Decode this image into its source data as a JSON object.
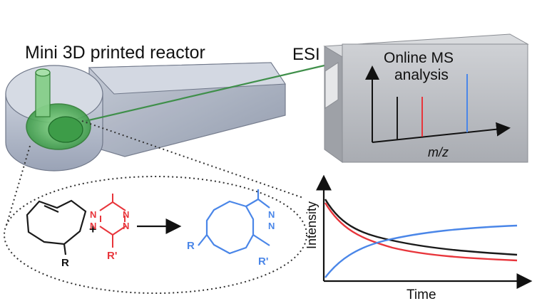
{
  "reactor": {
    "title": "Mini 3D printed reactor"
  },
  "ms": {
    "source_label": "ESI",
    "title_line1": "Online MS",
    "title_line2": "analysis",
    "xaxis_label": "m/z"
  },
  "reaction": {
    "reactant1_substituent": "R",
    "reactant2_substituent": "R'",
    "plus": "+",
    "product_substituent_left": "R",
    "product_substituent_right": "R'",
    "n_label": "N"
  },
  "kinetics": {
    "ylabel": "Intensity",
    "xlabel": "Time"
  },
  "colors": {
    "reactant": "#1a1a1a",
    "tetrazine": "#e8353b",
    "product": "#4a86e8",
    "reactor_body": "#aeb6c6",
    "reactor_green": "#5fbf6a",
    "ms_box": "#b9bcc2"
  }
}
